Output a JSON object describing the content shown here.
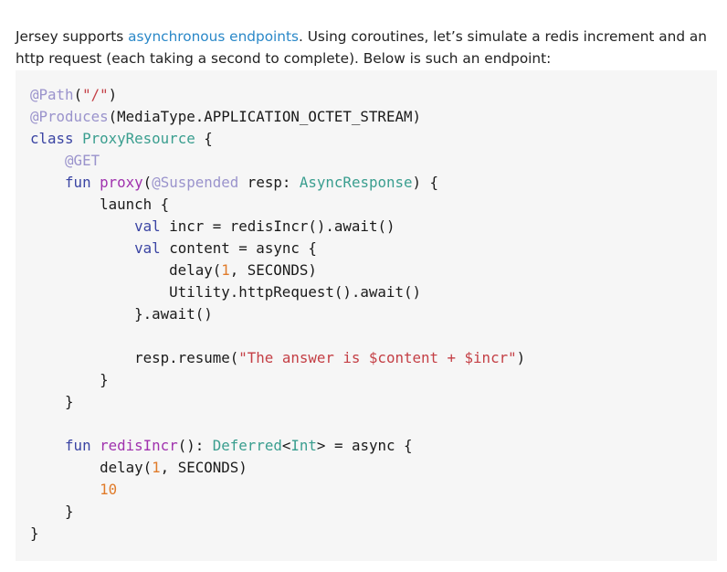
{
  "intro": {
    "text_before": "Jersey supports ",
    "link_text": "asynchronous endpoints",
    "text_after": ". Using coroutines, let’s simulate a redis increment and an http request (each taking a second to complete). Below is such an endpoint:"
  },
  "code": {
    "lines": [
      [
        [
          "anno",
          "@Path"
        ],
        [
          "plain",
          "("
        ],
        [
          "str",
          "\"/\""
        ],
        [
          "plain",
          ")"
        ]
      ],
      [
        [
          "anno",
          "@Produces"
        ],
        [
          "plain",
          "(MediaType.APPLICATION_OCTET_STREAM)"
        ]
      ],
      [
        [
          "kw",
          "class"
        ],
        [
          "plain",
          " "
        ],
        [
          "type",
          "ProxyResource"
        ],
        [
          "plain",
          " {"
        ]
      ],
      [
        [
          "plain",
          "    "
        ],
        [
          "anno",
          "@GET"
        ]
      ],
      [
        [
          "plain",
          "    "
        ],
        [
          "kw",
          "fun"
        ],
        [
          "plain",
          " "
        ],
        [
          "fn",
          "proxy"
        ],
        [
          "plain",
          "("
        ],
        [
          "anno",
          "@Suspended"
        ],
        [
          "plain",
          " resp: "
        ],
        [
          "type",
          "AsyncResponse"
        ],
        [
          "plain",
          ") {"
        ]
      ],
      [
        [
          "plain",
          "        launch {"
        ]
      ],
      [
        [
          "plain",
          "            "
        ],
        [
          "kw",
          "val"
        ],
        [
          "plain",
          " incr = redisIncr().await()"
        ]
      ],
      [
        [
          "plain",
          "            "
        ],
        [
          "kw",
          "val"
        ],
        [
          "plain",
          " content = async {"
        ]
      ],
      [
        [
          "plain",
          "                delay("
        ],
        [
          "num",
          "1"
        ],
        [
          "plain",
          ", SECONDS)"
        ]
      ],
      [
        [
          "plain",
          "                Utility.httpRequest().await()"
        ]
      ],
      [
        [
          "plain",
          "            }.await()"
        ]
      ],
      [],
      [
        [
          "plain",
          "            resp.resume("
        ],
        [
          "str",
          "\"The answer is $content + $incr\""
        ],
        [
          "plain",
          ")"
        ]
      ],
      [
        [
          "plain",
          "        }"
        ]
      ],
      [
        [
          "plain",
          "    }"
        ]
      ],
      [],
      [
        [
          "plain",
          "    "
        ],
        [
          "kw",
          "fun"
        ],
        [
          "plain",
          " "
        ],
        [
          "fn",
          "redisIncr"
        ],
        [
          "plain",
          "(): "
        ],
        [
          "type",
          "Deferred"
        ],
        [
          "plain",
          "<"
        ],
        [
          "type",
          "Int"
        ],
        [
          "plain",
          "> = async {"
        ]
      ],
      [
        [
          "plain",
          "        delay("
        ],
        [
          "num",
          "1"
        ],
        [
          "plain",
          ", SECONDS)"
        ]
      ],
      [
        [
          "plain",
          "        "
        ],
        [
          "num",
          "10"
        ]
      ],
      [
        [
          "plain",
          "    }"
        ]
      ],
      [
        [
          "plain",
          "}"
        ]
      ]
    ]
  }
}
